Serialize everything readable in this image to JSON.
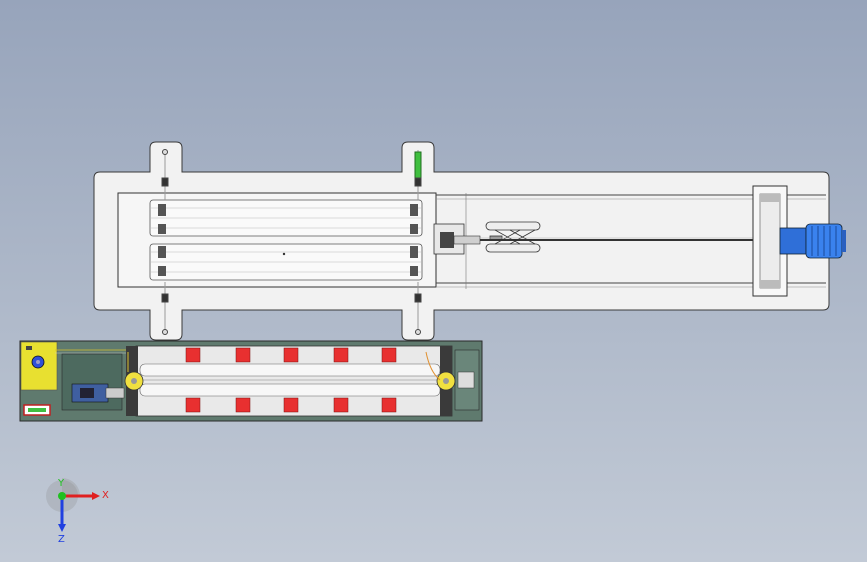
{
  "triad": {
    "x_label": "X",
    "y_label": "Y",
    "z_label": "Z"
  },
  "colors": {
    "background_top": "#97a4bb",
    "background_bottom": "#c2cad6",
    "plate": "#f2f2f2",
    "outline": "#3a3a3a",
    "base_green": "#5f7a6e",
    "panel_yellow": "#e8e030",
    "roller_red": "#e83030",
    "motor_blue": "#2f6fd8",
    "x_axis": "#e02020",
    "y_axis": "#20c020",
    "z_axis": "#2040e0"
  },
  "icons": [
    "motor-icon",
    "roller-icon",
    "coordinate-triad-icon"
  ]
}
